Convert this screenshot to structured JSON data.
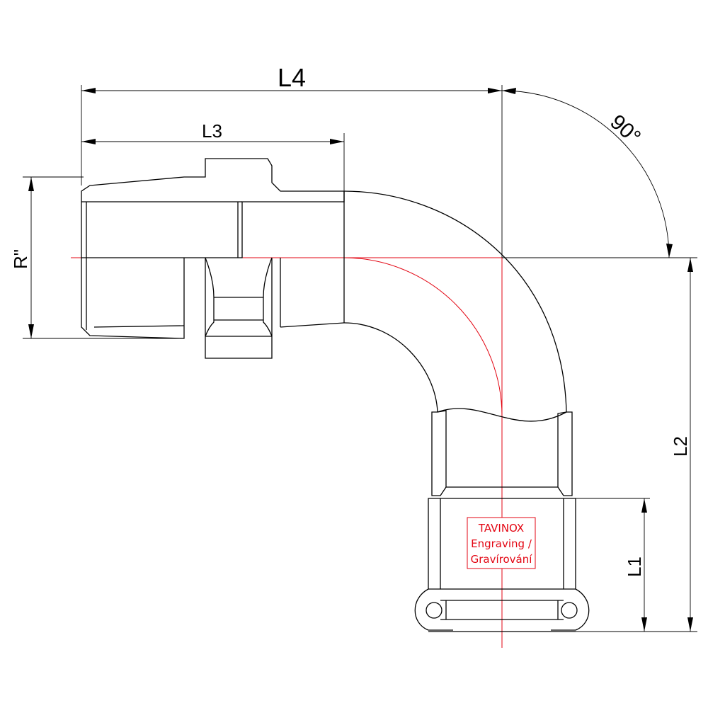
{
  "labels": {
    "l4": "L4",
    "l3": "L3",
    "l2": "L2",
    "l1": "L1",
    "r": "R\"",
    "angle": "90°"
  },
  "engraving": {
    "line1": "TAVINOX",
    "line2": "Engraving /",
    "line3": "Gravírování"
  },
  "colors": {
    "outline": "#000000",
    "centerline": "#e30613",
    "engraving": "#e30613"
  }
}
